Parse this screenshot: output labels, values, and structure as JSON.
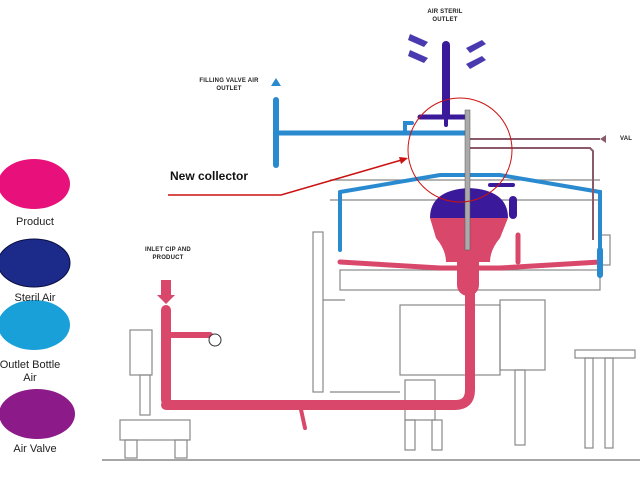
{
  "legend": {
    "items": [
      {
        "label": "Product",
        "color": "#e8107a"
      },
      {
        "label": "Steril Air",
        "color": "#1c2a8a"
      },
      {
        "label": "Outlet Bottle Air",
        "color": "#1aa0d8"
      },
      {
        "label": "Air Valve",
        "color": "#8c1a88"
      }
    ]
  },
  "labels": {
    "air_steril_outlet": "AIR STERIL OUTLET",
    "filling_valve_air_outlet": "FILLING VALVE AIR OUTLET",
    "inlet_cip_product": "INLET CIP AND PRODUCT",
    "valve_cut": "VAL",
    "new_collector": "New collector"
  },
  "colors": {
    "product_pipe": "#d9476a",
    "steril_air_pipe": "#3a1a9a",
    "outlet_air_pipe": "#2a8ad0",
    "air_valve_pipe": "#8a5a6a",
    "annotation": "#cc1111"
  }
}
